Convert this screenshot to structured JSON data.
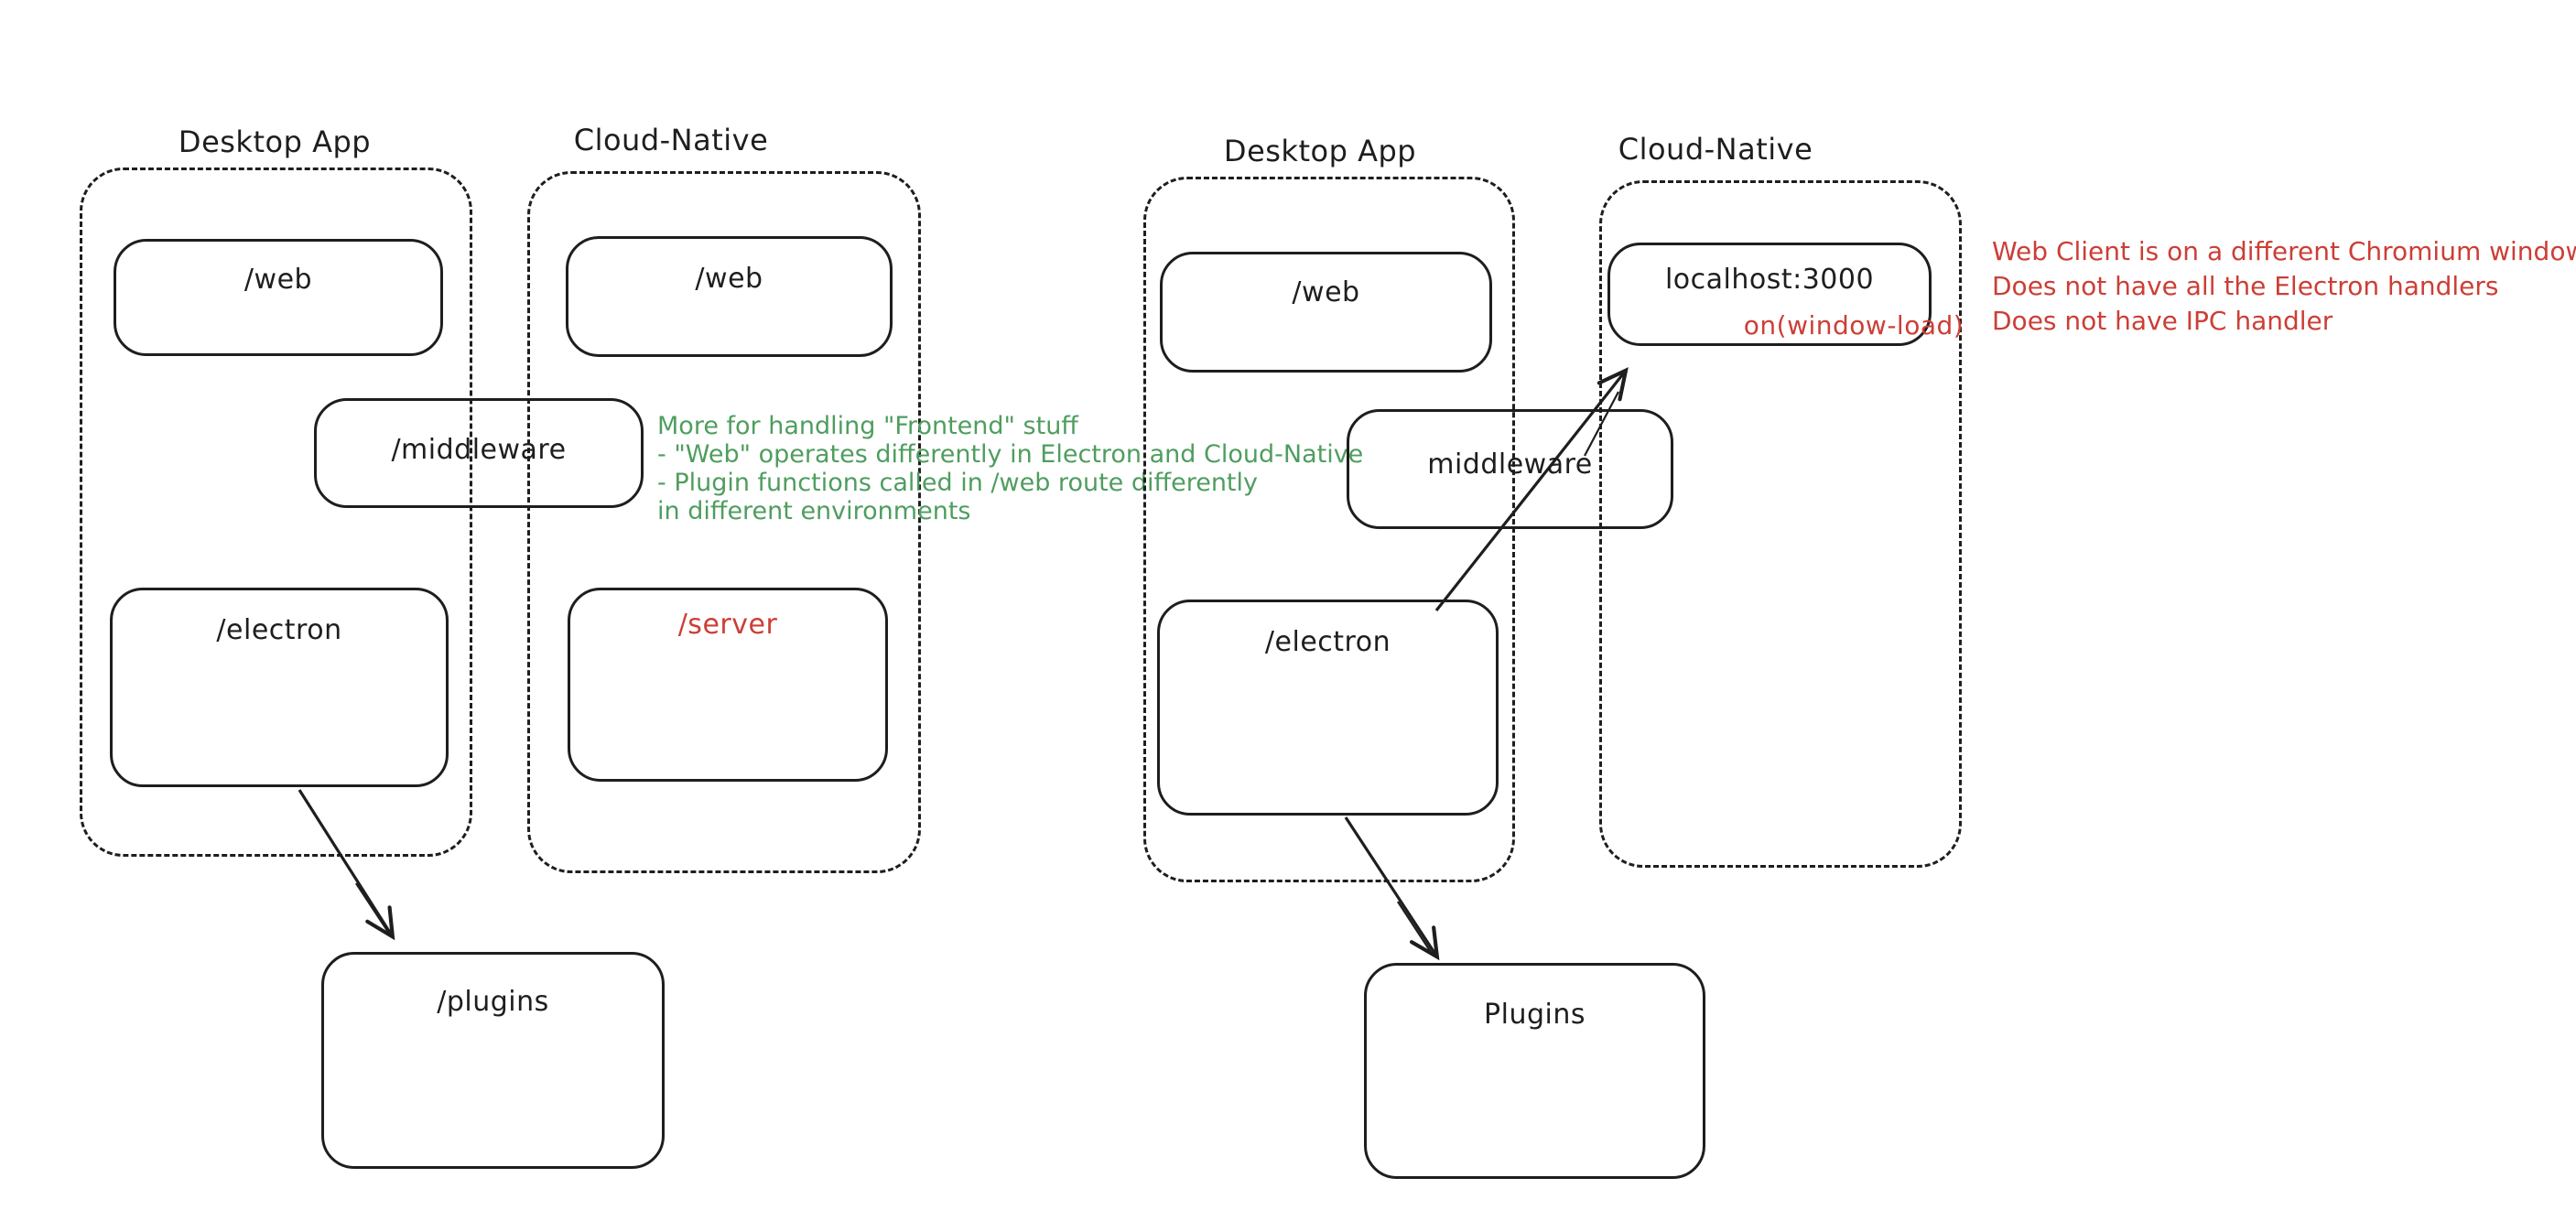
{
  "colors": {
    "ink": "#1e1e1e",
    "red": "#cc3e36",
    "green": "#4f9d5f",
    "canvas_background": "#ffffff"
  },
  "left_diagram": {
    "desktop": {
      "label": "Desktop App",
      "web": "/web",
      "electron": "/electron"
    },
    "cloud": {
      "label": "Cloud-Native",
      "web": "/web",
      "server": "/server"
    },
    "middleware": "/middleware",
    "plugins": "/plugins",
    "note": {
      "lines": [
        "More for handling \"Frontend\" stuff",
        "- \"Web\" operates differently in Electron and Cloud-Native",
        "- Plugin functions called in /web route differently",
        "in different environments"
      ]
    }
  },
  "right_diagram": {
    "desktop": {
      "label": "Desktop App",
      "web": "/web",
      "electron": "/electron"
    },
    "cloud": {
      "label": "Cloud-Native",
      "localhost": "localhost:3000",
      "window_load": "on(window-load)"
    },
    "middleware": "middleware",
    "plugins": "Plugins",
    "note": {
      "lines": [
        "Web Client is on a different Chromium window",
        "Does not have all the Electron handlers",
        "Does not have IPC handler"
      ]
    }
  }
}
